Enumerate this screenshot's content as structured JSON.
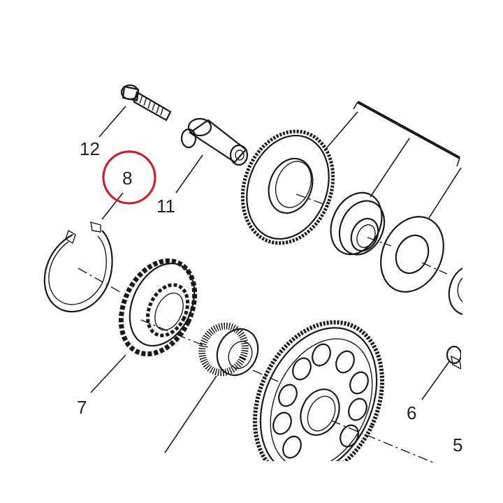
{
  "callouts": {
    "c12": "12",
    "c8": "8",
    "c11": "11",
    "c7": "7",
    "c6": "6",
    "c5": "5"
  },
  "highlight_color": "#cc1f2e",
  "line_color": "#1a1a1a"
}
